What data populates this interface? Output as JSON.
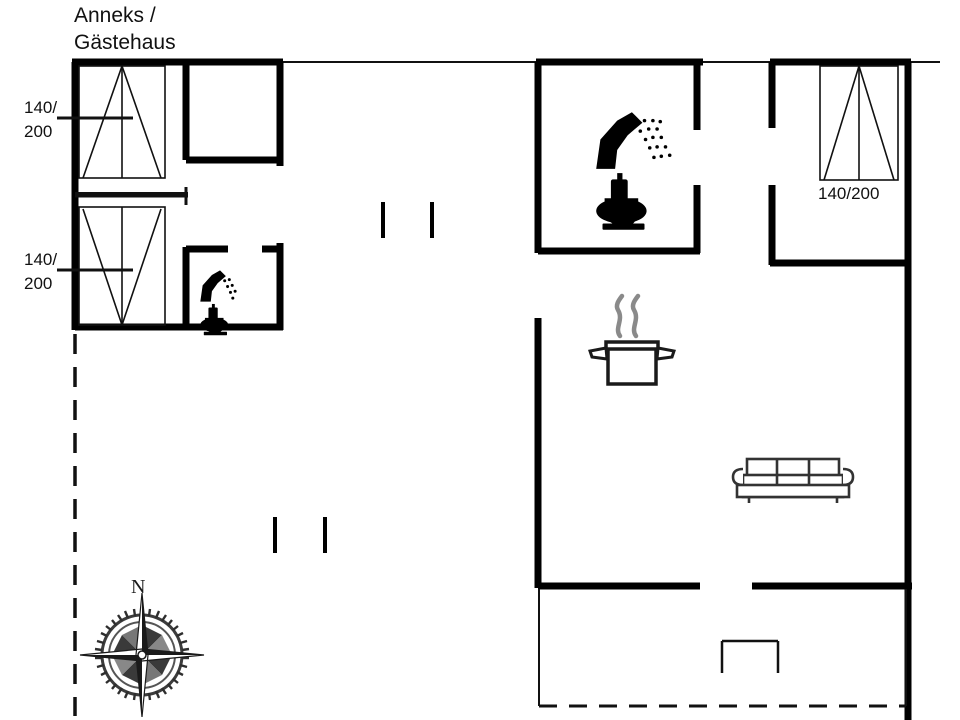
{
  "plan": {
    "title": "Anneks /\nGästehaus",
    "title_line1": "Anneks /",
    "title_line2": "Gästehaus",
    "background_color": "#ffffff",
    "line_color": "#000000"
  },
  "dimensions": {
    "bed_top_left": "140/\n200",
    "bed_bottom_left": "140/\n200",
    "bed_right": "140/200"
  },
  "compass": {
    "north_label": "N",
    "name": "compass-rose"
  },
  "rooms": [
    {
      "name": "annex-bedroom-upper",
      "icons": [
        "bed-icon"
      ],
      "label": "140/200"
    },
    {
      "name": "annex-bedroom-lower",
      "icons": [
        "bed-icon"
      ],
      "label": "140/200"
    },
    {
      "name": "annex-bathroom",
      "icons": [
        "shower-icon",
        "toilet-icon"
      ]
    },
    {
      "name": "main-bathroom",
      "icons": [
        "shower-icon",
        "toilet-icon"
      ]
    },
    {
      "name": "main-bedroom",
      "icons": [
        "bed-icon"
      ],
      "label": "140/200"
    },
    {
      "name": "kitchen",
      "icons": [
        "cooking-pot-icon"
      ]
    },
    {
      "name": "living-room",
      "icons": [
        "sofa-icon"
      ]
    },
    {
      "name": "terrace",
      "icons": []
    }
  ],
  "icons": {
    "bed": "bed-icon",
    "shower": "shower-icon",
    "toilet": "toilet-icon",
    "pot": "cooking-pot-icon",
    "sofa": "sofa-icon",
    "compass": "compass-rose-icon"
  }
}
